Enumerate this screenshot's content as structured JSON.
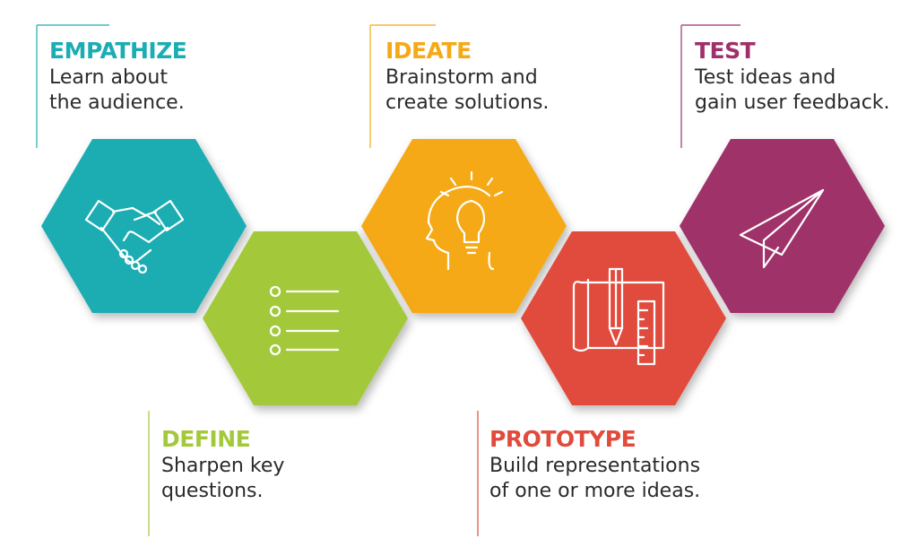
{
  "stages": [
    {
      "id": "empathize",
      "title": "EMPATHIZE",
      "desc_line1": "Learn about",
      "desc_line2": "the audience.",
      "color": "#1BADB3",
      "icon": "handshake-icon"
    },
    {
      "id": "define",
      "title": "DEFINE",
      "desc_line1": "Sharpen key",
      "desc_line2": "questions.",
      "color": "#A3C93A",
      "icon": "checklist-icon"
    },
    {
      "id": "ideate",
      "title": "IDEATE",
      "desc_line1": "Brainstorm and",
      "desc_line2": "create solutions.",
      "color": "#F5A917",
      "icon": "head-lightbulb-icon"
    },
    {
      "id": "prototype",
      "title": "PROTOTYPE",
      "desc_line1": "Build representations",
      "desc_line2": "of one or more ideas.",
      "color": "#E14B3C",
      "icon": "blueprint-pencil-ruler-icon"
    },
    {
      "id": "test",
      "title": "TEST",
      "desc_line1": "Test ideas and",
      "desc_line2": "gain user feedback.",
      "color": "#A0306B",
      "icon": "paper-plane-icon"
    }
  ]
}
